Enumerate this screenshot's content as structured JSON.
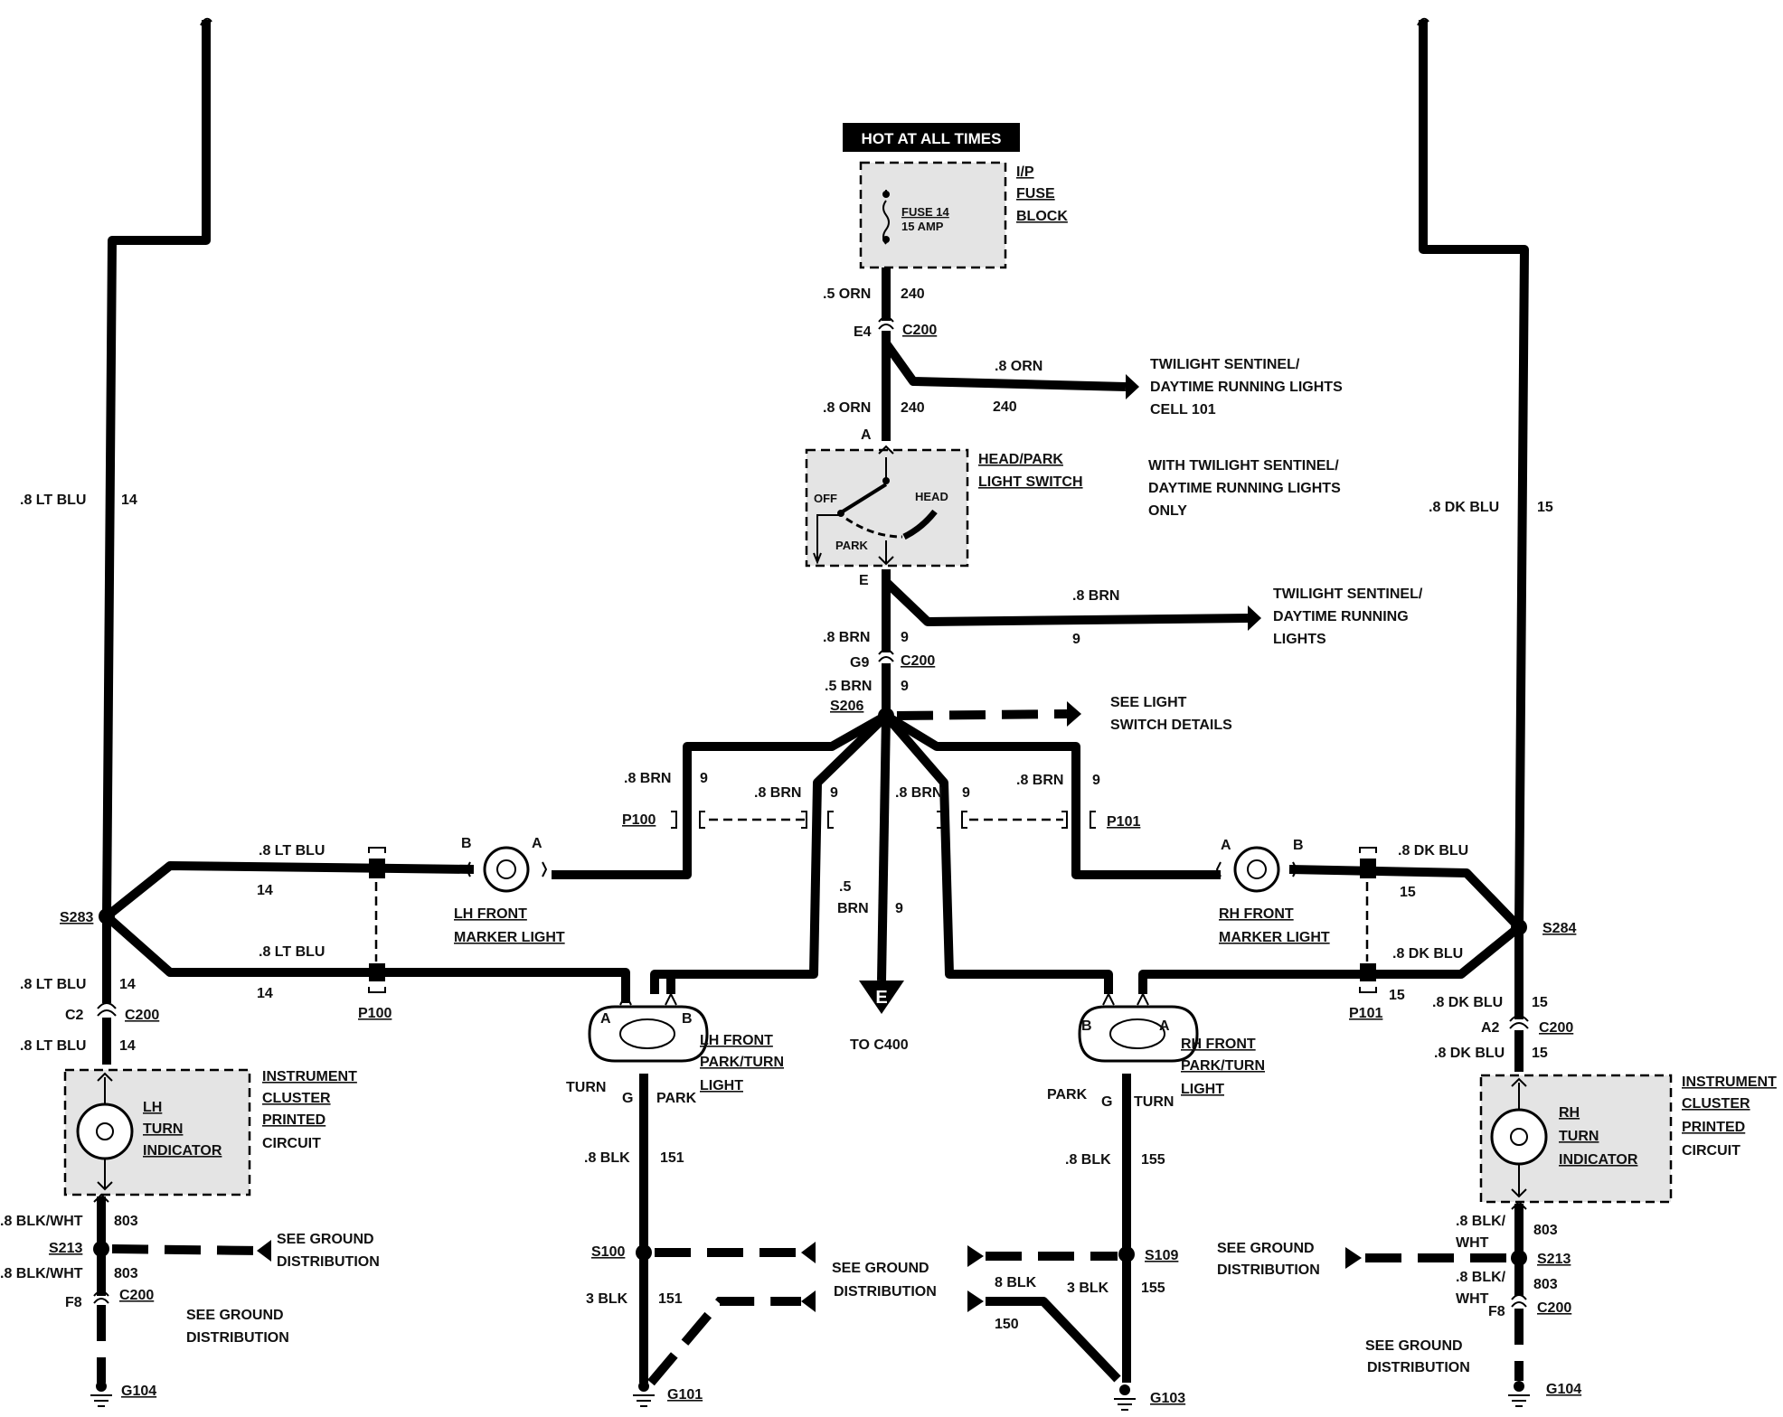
{
  "power": {
    "hot_label": "HOT AT ALL TIMES",
    "fuse_block_line1": "I/P",
    "fuse_block_line2": "FUSE",
    "fuse_block_line3": "BLOCK",
    "fuse_line1": "FUSE 14",
    "fuse_line2": "15 AMP"
  },
  "feed": {
    "wire1_color": ".5 ORN",
    "wire1_circuit": "240",
    "conn_pin_e4": "E4",
    "conn_c200": "C200",
    "wire2_color": ".8 ORN",
    "wire2_circuit": "240",
    "branch_color": ".8 ORN",
    "branch_circuit": "240",
    "twilight1_line1": "TWILIGHT SENTINEL/",
    "twilight1_line2": "DAYTIME RUNNING LIGHTS",
    "twilight1_line3": "CELL 101"
  },
  "switch": {
    "pin_a": "A",
    "pin_e": "E",
    "label_line1": "HEAD/PARK",
    "label_line2": "LIGHT SWITCH",
    "off": "OFF",
    "head": "HEAD",
    "park": "PARK",
    "note_line1": "WITH TWILIGHT SENTINEL/",
    "note_line2": "DAYTIME RUNNING LIGHTS",
    "note_line3": "ONLY"
  },
  "park_out": {
    "wire_color": ".8 BRN",
    "wire_circuit": "9",
    "branch_color": ".8 BRN",
    "branch_circuit": "9",
    "twilight2_line1": "TWILIGHT SENTINEL/",
    "twilight2_line2": "DAYTIME RUNNING",
    "twilight2_line3": "LIGHTS",
    "conn_pin_g9": "G9",
    "conn_c200": "C200",
    "wire2_color": ".5 BRN",
    "wire2_circuit": "9",
    "splice": "S206",
    "see_details_line1": "SEE LIGHT",
    "see_details_line2": "SWITCH DETAILS"
  },
  "center": {
    "brn_a": ".8 BRN",
    "brn_a_circuit": "9",
    "brn_b": ".8 BRN",
    "brn_b_circuit": "9",
    "brn_c": ".8 BRN",
    "brn_c_circuit": "9",
    "brn_d": ".8 BRN",
    "brn_d_circuit": "9",
    "p100": "P100",
    "p101": "P101",
    "down_color_1": ".5",
    "down_color_2": "BRN",
    "down_circuit": "9",
    "connector_e": "E",
    "to_c400": "TO C400"
  },
  "left": {
    "top_wire_color": ".8 LT BLU",
    "top_wire_circuit": "14",
    "splice": "S283",
    "upper_branch_color": ".8 LT BLU",
    "upper_branch_circuit": "14",
    "lower_branch_color": ".8 LT BLU",
    "lower_branch_circuit": "14",
    "p100": "P100",
    "marker_pin_b": "B",
    "marker_pin_a": "A",
    "marker_label_line1": "LH FRONT",
    "marker_label_line2": "MARKER LIGHT",
    "wire3_color": ".8 LT BLU",
    "wire3_circuit": "14",
    "conn_pin_c2": "C2",
    "conn_c200": "C200",
    "wire4_color": ".8 LT BLU",
    "wire4_circuit": "14",
    "cluster_line1": "INSTRUMENT",
    "cluster_line2": "CLUSTER",
    "cluster_line3": "PRINTED",
    "cluster_line4": "CIRCUIT",
    "indicator_line1": "LH",
    "indicator_line2": "TURN",
    "indicator_line3": "INDICATOR",
    "gnd_wire1_color": ".8 BLK/WHT",
    "gnd_wire1_circuit": "803",
    "splice_s213": "S213",
    "see_ground1_line1": "SEE GROUND",
    "see_ground1_line2": "DISTRIBUTION",
    "gnd_wire2_color": ".8 BLK/WHT",
    "gnd_wire2_circuit": "803",
    "conn_pin_f8": "F8",
    "conn_c200_b": "C200",
    "see_ground2_line1": "SEE GROUND",
    "see_ground2_line2": "DISTRIBUTION",
    "ground": "G104"
  },
  "lh_park": {
    "pin_a": "A",
    "pin_b": "B",
    "label_line1": "LH FRONT",
    "label_line2": "PARK/TURN",
    "label_line3": "LIGHT",
    "turn": "TURN",
    "g": "G",
    "park": "PARK",
    "wire1_color": ".8 BLK",
    "wire1_circuit": "151",
    "splice": "S100",
    "wire2_color": "3 BLK",
    "wire2_circuit": "151",
    "ground": "G101"
  },
  "ground_center": {
    "line1": "SEE GROUND",
    "line2": "DISTRIBUTION"
  },
  "rh_park": {
    "pin_b": "B",
    "pin_a": "A",
    "label_line1": "RH FRONT",
    "label_line2": "PARK/TURN",
    "label_line3": "LIGHT",
    "park": "PARK",
    "g": "G",
    "turn": "TURN",
    "wire1_color": ".8 BLK",
    "wire1_circuit": "155",
    "splice": "S109",
    "wire2_color": "3 BLK",
    "wire2_circuit": "155",
    "branch_color": "8 BLK",
    "branch_circuit": "150",
    "ground": "G103"
  },
  "right": {
    "top_wire_color": ".8 DK BLU",
    "top_wire_circuit": "15",
    "splice": "S284",
    "upper_branch_color": ".8 DK BLU",
    "upper_branch_circuit": "15",
    "lower_branch_color": ".8 DK BLU",
    "lower_branch_circuit": "15",
    "p101": "P101",
    "marker_pin_a": "A",
    "marker_pin_b": "B",
    "marker_label_line1": "RH FRONT",
    "marker_label_line2": "MARKER LIGHT",
    "wire3_color": ".8 DK BLU",
    "wire3_circuit": "15",
    "conn_pin_a2": "A2",
    "conn_c200": "C200",
    "wire4_color": ".8 DK BLU",
    "wire4_circuit": "15",
    "cluster_line1": "INSTRUMENT",
    "cluster_line2": "CLUSTER",
    "cluster_line3": "PRINTED",
    "cluster_line4": "CIRCUIT",
    "indicator_line1": "RH",
    "indicator_line2": "TURN",
    "indicator_line3": "INDICATOR",
    "gnd_wire1_color_a": ".8 BLK/",
    "gnd_wire1_color_b": "WHT",
    "gnd_wire1_circuit": "803",
    "splice_s213": "S213",
    "see_ground1_line1": "SEE GROUND",
    "see_ground1_line2": "DISTRIBUTION",
    "gnd_wire2_color_a": ".8 BLK/",
    "gnd_wire2_color_b": "WHT",
    "gnd_wire2_circuit": "803",
    "conn_pin_f8": "F8",
    "conn_c200_b": "C200",
    "see_ground2_line1": "SEE GROUND",
    "see_ground2_line2": "DISTRIBUTION",
    "ground": "G104"
  }
}
